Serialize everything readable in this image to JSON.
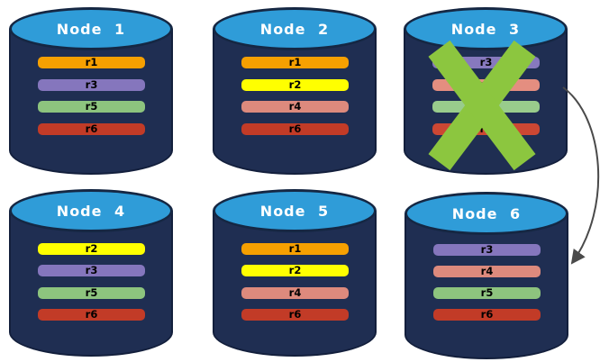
{
  "colors": {
    "background": "#FFFFFF",
    "cylinder_body": "#1F2E52",
    "cylinder_top": "#2F9CD8",
    "outline": "#131F3C"
  },
  "nodes": [
    {
      "title": "Node 1",
      "failed": false,
      "replicas": [
        {
          "label": "r1",
          "color": "#F6A001"
        },
        {
          "label": "r3",
          "color": "#8576BD"
        },
        {
          "label": "r5",
          "color": "#8DC47E"
        },
        {
          "label": "r6",
          "color": "#C23B27"
        }
      ]
    },
    {
      "title": "Node 2",
      "failed": false,
      "replicas": [
        {
          "label": "r1",
          "color": "#F6A001"
        },
        {
          "label": "r2",
          "color": "#FFFF00"
        },
        {
          "label": "r4",
          "color": "#DD8A7D"
        },
        {
          "label": "r6",
          "color": "#C23B27"
        }
      ]
    },
    {
      "title": "Node 3",
      "failed": true,
      "replicas": [
        {
          "label": "r3",
          "color": "#8779BE"
        },
        {
          "label": "r4",
          "color": "#E48E80"
        },
        {
          "label": "r5",
          "color": "#99CC8C"
        },
        {
          "label": "r6",
          "color": "#CC4733"
        }
      ]
    },
    {
      "title": "Node 4",
      "failed": false,
      "replicas": [
        {
          "label": "r2",
          "color": "#FFFF00"
        },
        {
          "label": "r3",
          "color": "#8576BD"
        },
        {
          "label": "r5",
          "color": "#8DC47E"
        },
        {
          "label": "r6",
          "color": "#C23B27"
        }
      ]
    },
    {
      "title": "Node 5",
      "failed": false,
      "replicas": [
        {
          "label": "r1",
          "color": "#F6A001"
        },
        {
          "label": "r2",
          "color": "#FFFF00"
        },
        {
          "label": "r4",
          "color": "#DD8A7D"
        },
        {
          "label": "r6",
          "color": "#C23B27"
        }
      ]
    },
    {
      "title": "Node 6",
      "failed": false,
      "replicas": [
        {
          "label": "r3",
          "color": "#8576BD"
        },
        {
          "label": "r4",
          "color": "#DD8A7D"
        },
        {
          "label": "r5",
          "color": "#8DC47E"
        },
        {
          "label": "r6",
          "color": "#C23B27"
        }
      ]
    }
  ],
  "failure_marker": {
    "node": "Node 3",
    "color": "#8CC63F"
  },
  "arrow": {
    "from": "Node 3",
    "to": "Node 6",
    "color": "#4A4A4A"
  }
}
